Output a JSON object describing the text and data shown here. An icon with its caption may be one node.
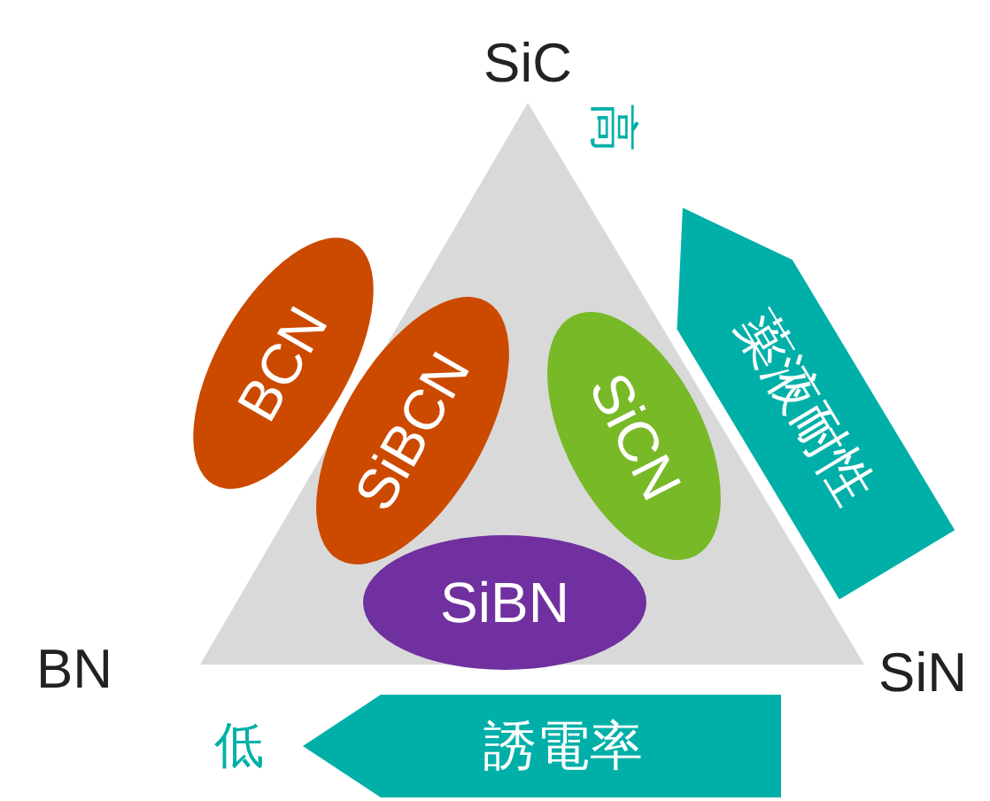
{
  "diagram": {
    "nodes": [
      {
        "text": [
          "BCN"
        ]
      },
      {
        "text": [
          "SiBCN"
        ]
      },
      {
        "text": [
          "SiCN"
        ]
      },
      {
        "text": [
          "SiBN"
        ]
      },
      {
        "text": [
          "薬液耐性"
        ],
        "beside": [
          "高"
        ]
      },
      {
        "text": [
          "誘電率"
        ]
      }
    ],
    "labels": [
      "SiC",
      "BN",
      "SiN",
      "低"
    ]
  }
}
